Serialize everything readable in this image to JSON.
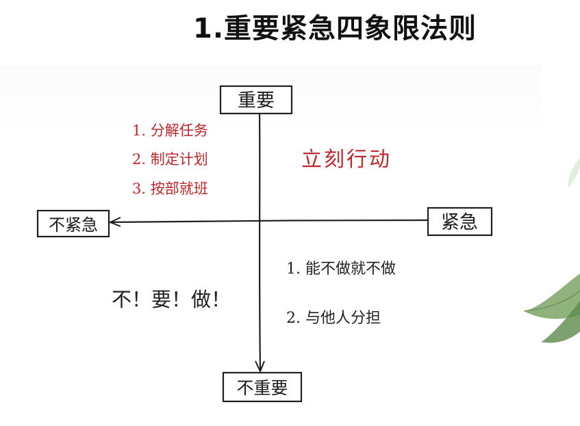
{
  "title": "1.重要紧急四象限法则",
  "axes": {
    "top": "重要",
    "bottom": "不重要",
    "left": "不紧急",
    "right": "紧急"
  },
  "quadrant_important_not_urgent": {
    "items": [
      "1. 分解任务",
      "2. 制定计划",
      "3. 按部就班"
    ]
  },
  "quadrant_important_urgent": {
    "text": "立刻行动"
  },
  "quadrant_not_important_not_urgent": {
    "text": "不！要！做！"
  },
  "quadrant_not_important_urgent": {
    "items": [
      "1. 能不做就不做",
      "2. 与他人分担"
    ]
  },
  "colors": {
    "ink_black": "#1f1f1f",
    "ink_red": "#c0252a",
    "leaf_green": "#6f9a5a"
  }
}
